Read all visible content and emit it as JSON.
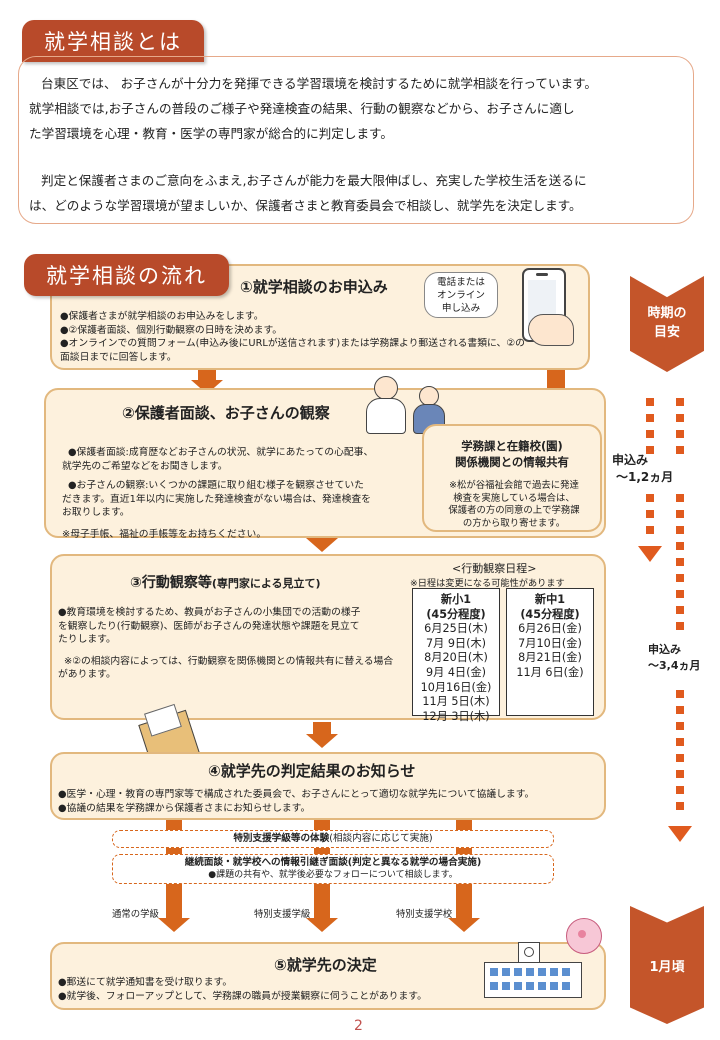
{
  "intro": {
    "heading": "就学相談とは",
    "para1_line1": "台東区では、 お子さんが十分力を発揮できる学習環境を検討するために就学相談を行っています。",
    "para1_line2": "就学相談では,お子さんの普段のご様子や発達検査の結果、行動の観察などから、お子さんに適し",
    "para1_line3": "た学習環境を心理・教育・医学の専門家が総合的に判定します。",
    "para2_line1": "判定と保護者さまのご意向をふまえ,お子さんが能力を最大限伸ばし、充実した学校生活を送るに",
    "para2_line2": "は、どのような学習環境が望ましいか、保護者さまと教育委員会で相談し、就学先を決定します。"
  },
  "flow": {
    "heading": "就学相談の流れ",
    "step1": {
      "title": "①就学相談のお申込み",
      "bubble": [
        "電話または",
        "オンライン",
        "申し込み"
      ],
      "lines": [
        "●保護者さまが就学相談のお申込みをします。",
        "●②保護者面談、個別行動観察の日時を決めます。",
        "●オンラインでの質問フォーム(申込み後にURLが送信されます)または学務課より郵送される書類に、②の",
        "面談日までに回答します。"
      ]
    },
    "step2": {
      "title": "②保護者面談、お子さんの観察",
      "lines_a": [
        "●保護者面談:成育歴などお子さんの状況、就学にあたっての心配事、",
        "就学先のご希望などをお聞きします。"
      ],
      "lines_b": [
        "●お子さんの観察:いくつかの課題に取り組む様子を観察させていた",
        "だきます。直近1年以内に実施した発達検査がない場合は、発達検査を",
        "お取りします。"
      ],
      "note": "※母子手帳、福祉の手帳等をお持ちください。"
    },
    "share": {
      "title_line1": "学務課と在籍校(園)",
      "title_line2": "関係機関との情報共有",
      "note": [
        "※松が谷福祉会館で過去に発達",
        "検査を実施している場合は、",
        "保護者の方の同意の上で学務課",
        "の方から取り寄せます。"
      ]
    },
    "step3": {
      "title": "③行動観察等",
      "title_sub": "(専門家による見立て)",
      "lines": [
        "●教育環境を検討するため、教員がお子さんの小集団での活動の様子",
        "を観察したり(行動観察)、医師がお子さんの発達状態や課題を見立て",
        "たりします。"
      ],
      "note": [
        "※②の相談内容によっては、行動観察を関係機関との情報共有に替える場合",
        "があります。"
      ],
      "schedule_title": "<行動観察日程>",
      "schedule_note": "※日程は変更になる可能性があります",
      "elem": {
        "head1": "新小1",
        "head2": "(45分程度)",
        "dates": [
          "6月25日(木)",
          "7月 9日(木)",
          "8月20日(木)",
          "9月 4日(金)",
          "10月16日(金)",
          "11月 5日(木)",
          "12月 3日(木)"
        ]
      },
      "junior": {
        "head1": "新中1",
        "head2": "(45分程度)",
        "dates": [
          "6月26日(金)",
          "7月10日(金)",
          "8月21日(金)",
          "11月 6日(金)"
        ]
      }
    },
    "step4": {
      "title": "④就学先の判定結果のお知らせ",
      "lines": [
        "●医学・心理・教育の専門家等で構成された委員会で、お子さんにとって適切な就学先について協議します。",
        "●協議の結果を学務課から保護者さまにお知らせします。"
      ]
    },
    "dash1": {
      "main": "特別支援学級等の体験",
      "sub": "(相談内容に応じて実施)"
    },
    "dash2": {
      "main": "継続面談・就学校への情報引継ぎ面談",
      "sub": "(判定と異なる就学の場合実施)",
      "note": "●課題の共有や、就学後必要なフォローについて相談します。"
    },
    "branches": [
      "通常の学級",
      "特別支援学級",
      "特別支援学校"
    ],
    "step5": {
      "title": "⑤就学先の決定",
      "lines": [
        "●郵送にて就学通知書を受け取ります。",
        "●就学後、フォローアップとして、学務課の職員が授業観察に伺うことがあります。"
      ]
    }
  },
  "timeline": {
    "label_line1": "時期の",
    "label_line2": "目安",
    "apply1_line1": "申込み",
    "apply1_line2": "～1,2ヵ月",
    "apply2_line1": "申込み",
    "apply2_line2": "～3,4ヵ月",
    "end": "1月頃"
  },
  "page_number": "2",
  "colors": {
    "accent": "#b84a2a",
    "arrow": "#d7661c",
    "panel": "#fdf1dd",
    "border": "#e2b87e"
  }
}
